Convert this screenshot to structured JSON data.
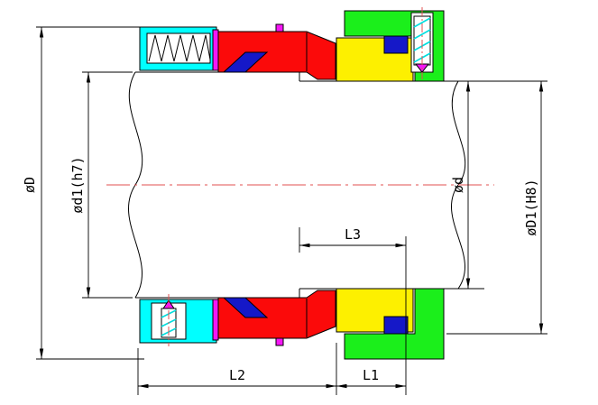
{
  "drawing": {
    "dimension_labels": {
      "outer_diameter": "øD",
      "sleeve_diameter": "ød1(h7)",
      "shaft_diameter": "ød",
      "seat_bore_diameter": "øD1(H8)",
      "length_l3": "L3",
      "length_l2": "L2",
      "length_l1": "L1"
    },
    "colors": {
      "outline": "#000000",
      "centerline": "#e05252",
      "spring_housing": "#00ffff",
      "rotary_unit": "#fb0a0a",
      "elastomer_blue": "#1518c8",
      "seat_ring": "#fdf000",
      "gland_plate": "#1bef1b",
      "gasket_magenta": "#f516f5",
      "screw_hatch": "#00dede"
    }
  }
}
